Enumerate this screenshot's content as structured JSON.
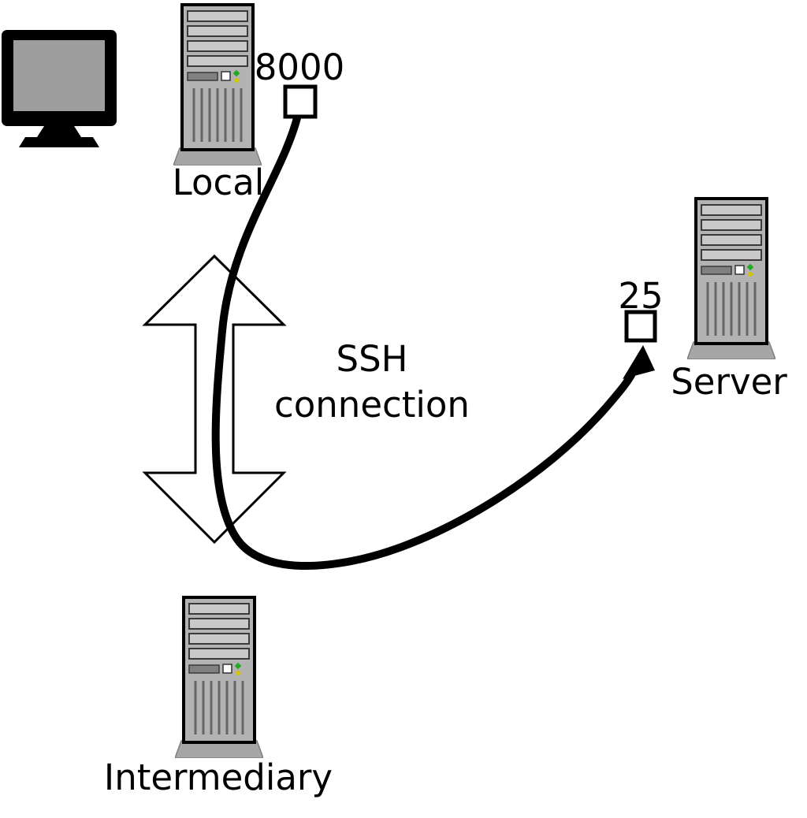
{
  "diagram": {
    "nodes": {
      "local": {
        "label": "Local",
        "port_label": "8000"
      },
      "server": {
        "label": "Server",
        "port_label": "25"
      },
      "intermediary": {
        "label": "Intermediary"
      }
    },
    "connection_label": {
      "line1": "SSH",
      "line2": "connection"
    },
    "colors": {
      "background": "#ffffff",
      "outline": "#000000",
      "cable": "#000000",
      "arrow_fill": "#ffffff",
      "port_box_fill": "#ffffff",
      "tower_body": "#b3b3b3",
      "tower_slat": "#c9c9c9",
      "tower_base": "#a6a6a6",
      "monitor_screen": "#9e9e9e",
      "led_green": "#1faa1f",
      "led_amber": "#d4c400"
    }
  }
}
